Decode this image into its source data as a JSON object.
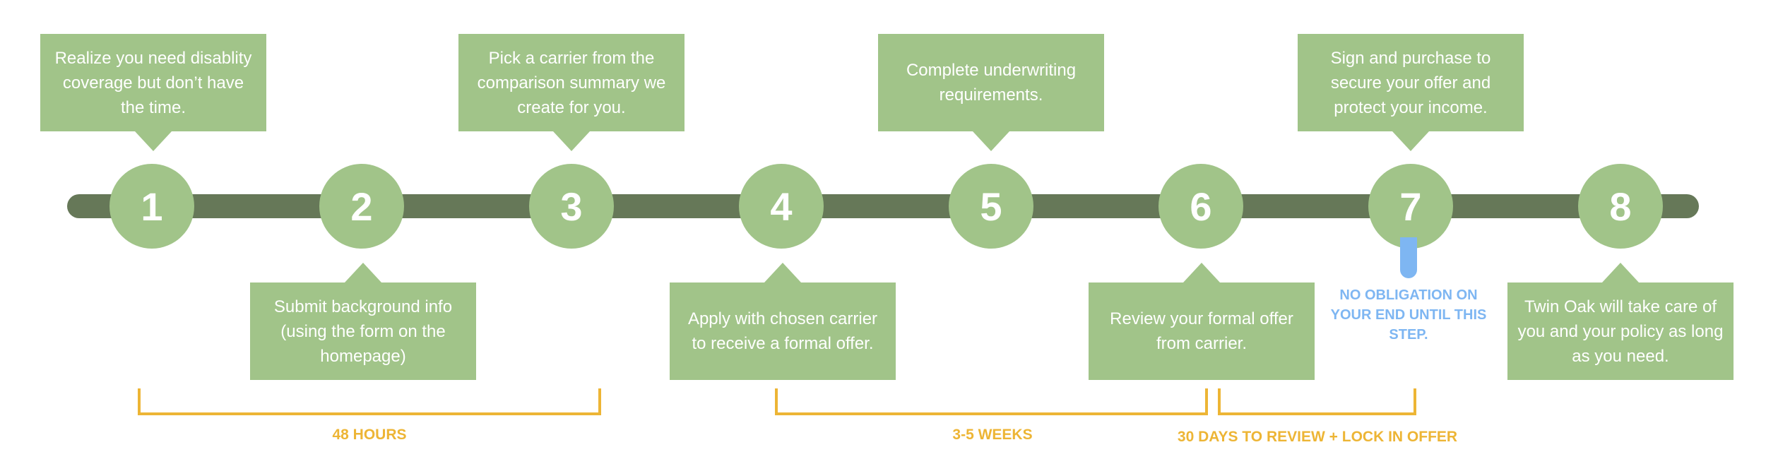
{
  "steps": [
    {
      "number": "1",
      "text": "Realize you need disablity coverage but don’t have the time."
    },
    {
      "number": "2",
      "text": "Submit background info (using the form on the homepage)"
    },
    {
      "number": "3",
      "text": "Pick a carrier from the comparison summary we create for you."
    },
    {
      "number": "4",
      "text": "Apply with chosen carrier to receive a formal offer."
    },
    {
      "number": "5",
      "text": "Complete underwriting requirements."
    },
    {
      "number": "6",
      "text": "Review your formal offer from carrier."
    },
    {
      "number": "7",
      "text": "Sign and purchase to secure your offer and protect your income."
    },
    {
      "number": "8",
      "text": "Twin Oak will take care of you and your policy as long as you need."
    }
  ],
  "obligation_note": "NO OBLIGATION ON YOUR END UNTIL THIS STEP.",
  "periods": [
    {
      "label": "48 HOURS"
    },
    {
      "label": "3-5 WEEKS"
    },
    {
      "label": "30 DAYS TO REVIEW + LOCK IN OFFER"
    }
  ],
  "colors": {
    "step_green": "#a1c489",
    "track_green": "#667858",
    "period_gold": "#edb535",
    "note_blue": "#7eb6f2"
  }
}
